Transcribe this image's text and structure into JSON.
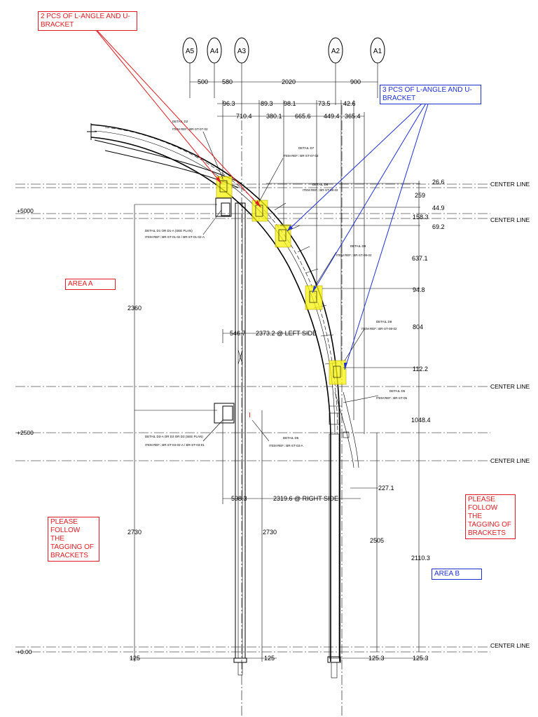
{
  "callouts": {
    "red_top": "2 PCS OF L-ANGLE AND U-BRACKET",
    "blue_top": "3 PCS OF L-ANGLE AND U-BRACKET",
    "area_a": "AREA A",
    "area_b": "AREA B",
    "follow_left": [
      "PLEASE FOLLOW",
      "THE TAGGING OF",
      "BRACKETS"
    ],
    "follow_right": [
      "PLEASE FOLLOW",
      "THE TAGGING OF",
      "BRACKETS"
    ]
  },
  "gridlines": [
    "A5",
    "A4",
    "A3",
    "A2",
    "A1"
  ],
  "grid_spacings": [
    "500",
    "580",
    "2020",
    "900"
  ],
  "levels": [
    "+5000",
    "+2500",
    "+0.00"
  ],
  "center_line_label": "CENTER LINE",
  "top_dims": {
    "row1": [
      "96.3",
      "89.3",
      "98.1",
      "73.5",
      "42.6"
    ],
    "row2": [
      "710.4",
      "380.1",
      "665.6",
      "449.4",
      "365.4"
    ]
  },
  "right_dims": [
    "26.6",
    "259",
    "44.9",
    "158.3",
    "69.2",
    "637.1",
    "94.8",
    "804",
    "112.2",
    "1048.4",
    "227.1",
    "2505",
    "2110.3",
    "125.3",
    "125.3"
  ],
  "left_dims": [
    "2360",
    "2730",
    "2730",
    "125",
    "125"
  ],
  "mid_dims": {
    "left_side_offset": "546.7",
    "left_side": "2373.2 @ LEFT SIDE",
    "right_side_offset": "598.3",
    "right_side": "2319.6 @ RIGHT SIDE"
  },
  "marker_i": "I",
  "detail_notes": {
    "d1": [
      "DETAIL D2",
      "ITEM REF.: BR-ST-07-02"
    ],
    "d2": [
      "DETAIL D7",
      "ITEM REF.: BR-ST-07-02"
    ],
    "d3": [
      "DETAIL D8",
      "ITEM REF.: BR-ST-08-02"
    ],
    "d4": [
      "DETAIL D1 OR D1-A (SEE PLAN)",
      "ITEM REF.: BR-ST-01-02 / BR-ST-01-02-A"
    ],
    "d5": [
      "DETAIL D8",
      "ITEM REF.: BR-ST-08-02"
    ],
    "d6": [
      "DETAIL D8",
      "ITEM REF.: BR-ST-08-02"
    ],
    "d7": [
      "DETAIL D5",
      "ITEM REF.: BR-ST-05"
    ],
    "d8": [
      "DETAIL D3-A OR D3 OR D3 (SEE PLAN)",
      "ITEM REF.: BR-ST-03-02-A / BR-ST-03-01"
    ],
    "d9": [
      "DETAIL D5",
      "ITEM REF.: BR-ST-03-A"
    ]
  },
  "colors": {
    "red": "#e01b24",
    "blue": "#1f2fd6",
    "highlight": "#f7f30b"
  }
}
